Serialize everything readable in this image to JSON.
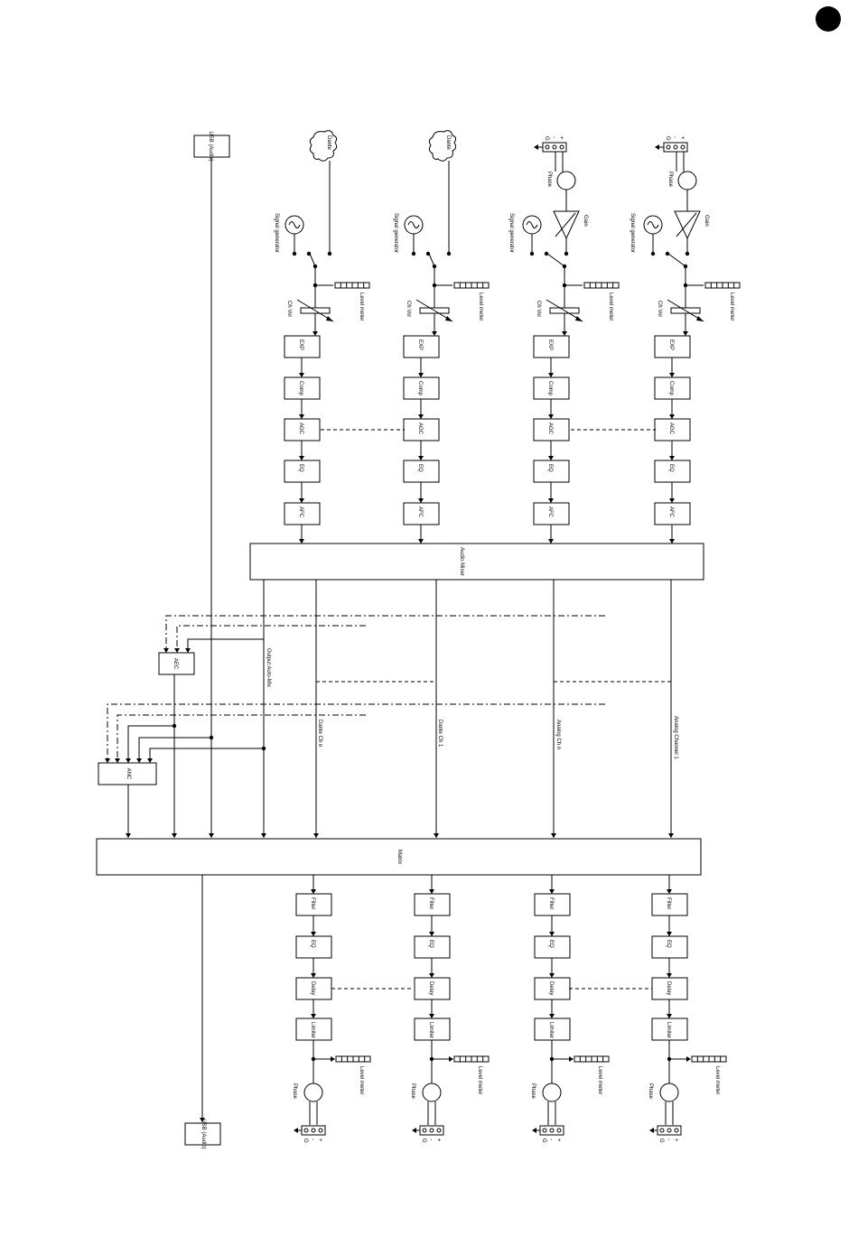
{
  "page_marker": "",
  "input_labels": {
    "exp": "EXP",
    "comp": "Comp",
    "agc": "AGC",
    "eq": "EQ",
    "afc": "AFC",
    "ch_vol": "Ch Vol",
    "level_meter": "Level meter",
    "signal_generator": "Signal generator",
    "dante": "Dante",
    "gain": "Gain",
    "phase": "Phase",
    "terminal": [
      "G",
      "-",
      "+"
    ]
  },
  "usb_in": "USB (Audio)",
  "usb_out": "USB (Audio)",
  "audio_mixer": "Audio Mixer",
  "aec": "AEC",
  "anc": "ANC",
  "matrix": "Matrix",
  "bus_labels": {
    "output_auto_mix": "Output Auto-Mix",
    "dante_ch_n": "Dante Ch n",
    "dante_ch_1": "Dante Ch 1",
    "analog_ch_n": "Analog Ch n",
    "analog_channel_1": "Analog Channel 1"
  },
  "output_labels": {
    "filter": "Filter",
    "eq": "EQ",
    "delay": "Delay",
    "limiter": "Limiter",
    "level_meter": "Level meter",
    "phase": "Phase",
    "terminal": [
      "G",
      "-",
      "+"
    ]
  }
}
